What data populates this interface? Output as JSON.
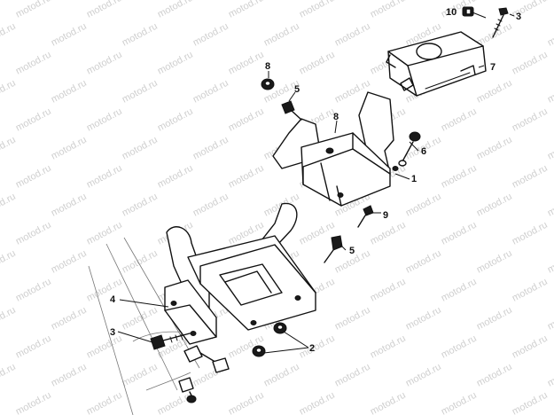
{
  "diagram": {
    "watermark_text": "motod.ru",
    "callouts": [
      {
        "id": "c-10",
        "label": "10"
      },
      {
        "id": "c-3-top",
        "label": "3"
      },
      {
        "id": "c-7",
        "label": "7"
      },
      {
        "id": "c-8-top",
        "label": "8"
      },
      {
        "id": "c-5-top",
        "label": "5"
      },
      {
        "id": "c-8-mid",
        "label": "8"
      },
      {
        "id": "c-6",
        "label": "6"
      },
      {
        "id": "c-1",
        "label": "1"
      },
      {
        "id": "c-9",
        "label": "9"
      },
      {
        "id": "c-5-low",
        "label": "5"
      },
      {
        "id": "c-4",
        "label": "4"
      },
      {
        "id": "c-3-low",
        "label": "3"
      },
      {
        "id": "c-2",
        "label": "2"
      }
    ],
    "colors": {
      "line": "#111111",
      "watermark": "#cfcfcf",
      "background": "#ffffff"
    }
  }
}
